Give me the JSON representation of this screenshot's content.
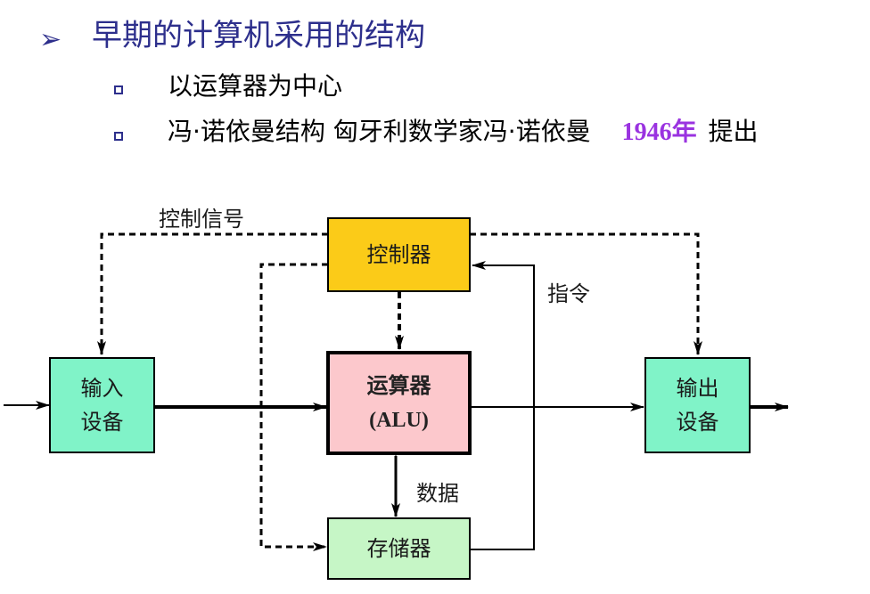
{
  "header": {
    "bullet_glyph": "➢",
    "title": "早期的计算机采用的结构",
    "items": [
      {
        "text": "以运算器为中心"
      },
      {
        "text": "冯·诺依曼结构 匈牙利数学家冯·诺依曼",
        "highlight": "1946年",
        "tail": "提出"
      }
    ]
  },
  "diagram": {
    "controller": "控制器",
    "alu_line1": "运算器",
    "alu_line2": "(ALU)",
    "input_line1": "输入",
    "input_line2": "设备",
    "output_line1": "输出",
    "output_line2": "设备",
    "memory": "存储器",
    "label_control_signal": "控制信号",
    "label_instruction": "指令",
    "label_data": "数据"
  },
  "colors": {
    "title": "#2d2f8c",
    "highlight": "#9a33e0",
    "controller_fill": "#fbcb18",
    "alu_fill": "#fcc8cc",
    "io_fill": "#80f3c8",
    "memory_fill": "#c6f6c6"
  }
}
